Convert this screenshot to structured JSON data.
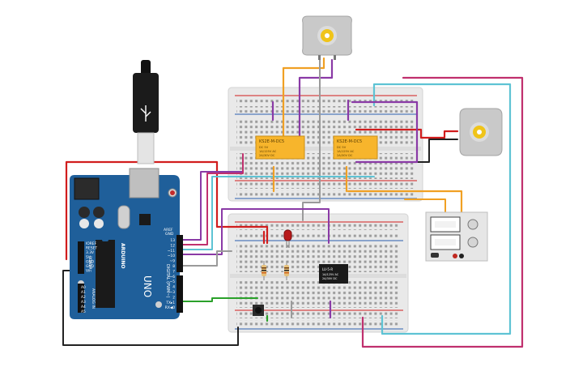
{
  "arduino": {
    "brand": "ARDUINO",
    "model": "UNO",
    "aref": "AREF",
    "gnd": "GND",
    "digital": "DIGITAL (PWM~)",
    "power": "POWER",
    "analog": "ANALOG IN",
    "digital_pins": [
      "13",
      "12",
      "~11",
      "~10",
      "~9",
      "8",
      "7",
      "~6",
      "~5",
      "4",
      "~3",
      "2",
      "TX▸1",
      "RX◀0"
    ],
    "power_pins": [
      "IOREF",
      "RESET",
      "3.3V",
      "5V",
      "GND",
      "GND",
      "Vin"
    ],
    "analog_pins": [
      "A0",
      "A1",
      "A2",
      "A3",
      "A4",
      "A5"
    ]
  },
  "relays": [
    {
      "name": "KS2E-M-DC5",
      "lines": [
        "DC 5V",
        "1A/125V AC",
        "2A/30V DC"
      ]
    },
    {
      "name": "KS2E-M-DC5",
      "lines": [
        "DC 5V",
        "1A/125V AC",
        "2A/30V DC"
      ]
    }
  ],
  "small_relay": {
    "name": "LU-5-R",
    "lines": [
      "1A/125V AC",
      "2A/30V DC"
    ]
  },
  "colors": {
    "board_blue": "#1f5f9a",
    "breadboard": "#e9e9e9",
    "relay": "#f7b52c",
    "wire_red": "#d11d1d",
    "wire_orange": "#f0a024",
    "wire_purple": "#8a3aa6",
    "wire_magenta": "#c0306e",
    "wire_cyan": "#5ec3d4",
    "wire_gray": "#9a9a9a",
    "wire_green": "#2aa12a",
    "wire_black": "#222222"
  }
}
